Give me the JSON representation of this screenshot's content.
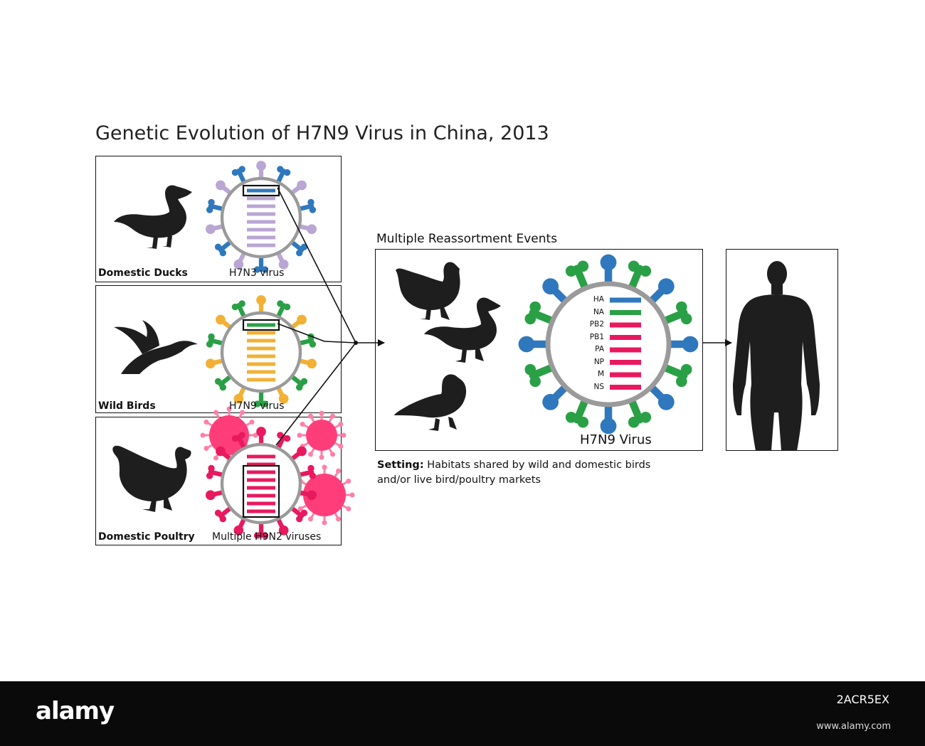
{
  "title": "Genetic Evolution of H7N9 Virus in China, 2013",
  "sources": [
    {
      "name": "Domestic Ducks",
      "virus": "H7N3 virus",
      "spike_colors": [
        "#b9a6d2",
        "#2f78bd"
      ],
      "segment_color": "#b9a6d2",
      "highlight_color": "#2f78bd"
    },
    {
      "name": "Wild Birds",
      "virus": "H7N9 virus",
      "spike_colors": [
        "#f2b134",
        "#2aa046"
      ],
      "segment_color": "#f2b134",
      "highlight_color": "#2aa046"
    },
    {
      "name": "Domestic Poultry",
      "virus": "Multiple H9N2 viruses",
      "spike_colors": [
        "#e8195f",
        "#e8195f"
      ],
      "segment_color": "#e8195f",
      "highlight_color": "#e8195f"
    }
  ],
  "reassortment": {
    "label": "Multiple Reassortment Events",
    "virus_label": "H7N9 Virus",
    "segments": [
      {
        "name": "HA",
        "color": "#2f78bd"
      },
      {
        "name": "NA",
        "color": "#2aa046"
      },
      {
        "name": "PB2",
        "color": "#e8195f"
      },
      {
        "name": "PB1",
        "color": "#e8195f"
      },
      {
        "name": "PA",
        "color": "#e8195f"
      },
      {
        "name": "NP",
        "color": "#e8195f"
      },
      {
        "name": "M",
        "color": "#e8195f"
      },
      {
        "name": "NS",
        "color": "#e8195f"
      }
    ]
  },
  "setting": {
    "label": "Setting:",
    "text_line1": "Habitats shared by wild and domestic birds",
    "text_line2": "and/or live bird/poultry markets"
  },
  "footer": {
    "brand": "alamy",
    "image_id": "2ACR5EX",
    "url": "www.alamy.com"
  },
  "colors": {
    "blue": "#2f78bd",
    "green": "#2aa046",
    "pink": "#e8195f",
    "lavender": "#b9a6d2",
    "orange": "#f2b134",
    "silhouette": "#1e1e1e",
    "capsid_gray": "#9a9a9a"
  }
}
